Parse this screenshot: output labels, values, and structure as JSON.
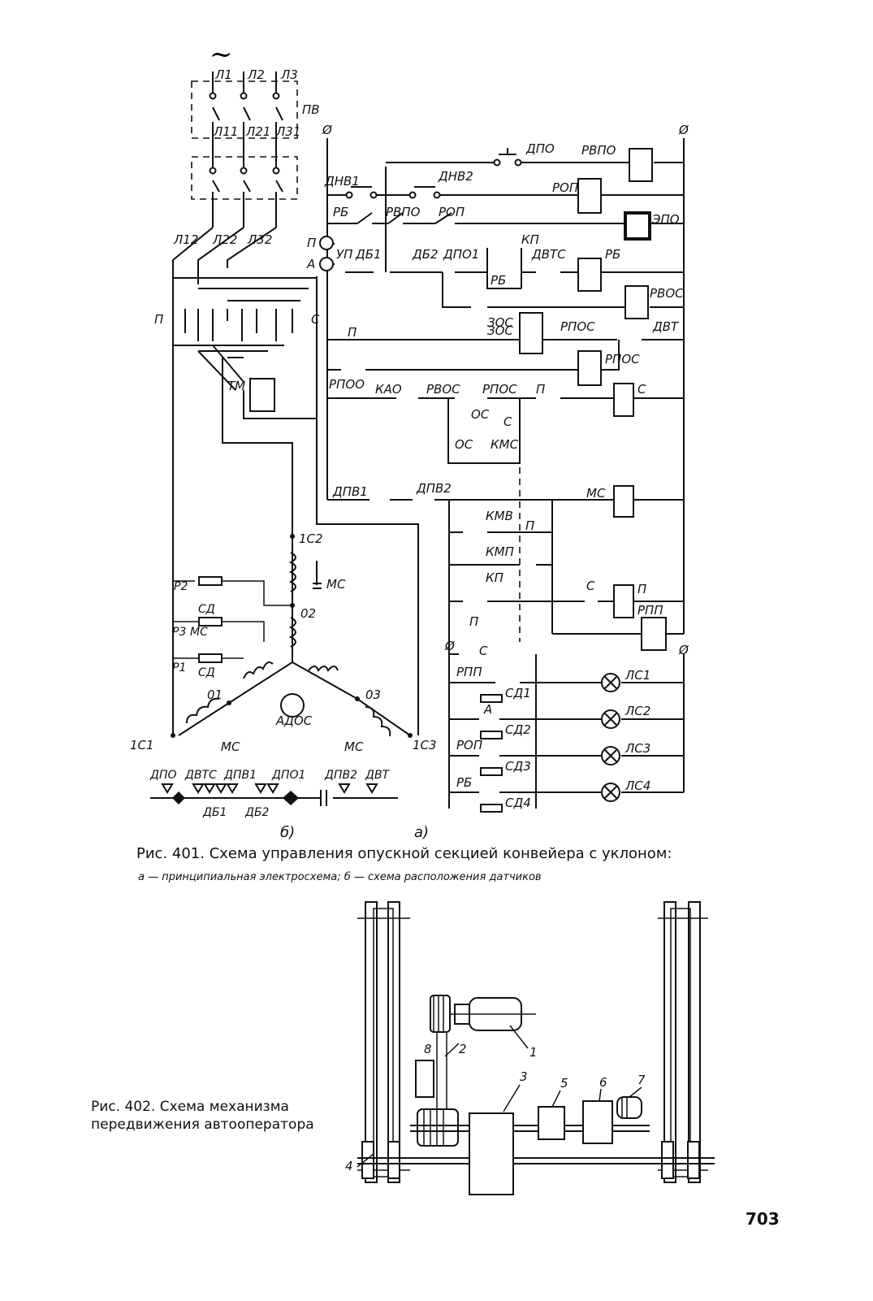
{
  "supply_symbol": "~",
  "phase_labels": [
    "Л1",
    "Л2",
    "Л3"
  ],
  "switch_label": "ПВ",
  "after_switch_labels": [
    "Л11",
    "Л21",
    "Л31"
  ],
  "motor_feed_labels": [
    "Л12",
    "Л22",
    "Л32"
  ],
  "contactor_labels": {
    "left": "П",
    "right": "С"
  },
  "brake_label": "ТМ",
  "terminal_symbol": "Ø",
  "coils": [
    "РВПО",
    "РОП",
    "ЭПО",
    "РБ",
    "РВОС",
    "ЗОС",
    "РПОС",
    "С",
    "МС",
    "П",
    "РПП"
  ],
  "contacts": [
    "ДПО",
    "ДНВ1",
    "ДНВ2",
    "РБ",
    "РВПО",
    "РОП",
    "УП",
    "ДБ1",
    "ДБ2",
    "ДПО1",
    "КП",
    "ДВТС",
    "РБ",
    "ЗОС",
    "РПОС",
    "ДВТ",
    "П",
    "РПОО",
    "КАО",
    "РВОС",
    "РПОС",
    "П",
    "ОС",
    "С",
    "ОС",
    "КМС",
    "ДПВ1",
    "ДПВ2",
    "КМВ",
    "П",
    "КМП",
    "КП",
    "С",
    "П",
    "С",
    "РПП",
    "А",
    "РОП",
    "РБ"
  ],
  "mode_labels": {
    "p": "П",
    "a": "А"
  },
  "lamps": [
    "ЛС1",
    "ЛС2",
    "ЛС3",
    "ЛС4"
  ],
  "lamp_resistors": [
    "СД1",
    "СД2",
    "СД3",
    "СД4"
  ],
  "motor": {
    "name": "АДОС",
    "terminals": [
      "1С1",
      "1С2",
      "1С3",
      "01",
      "02",
      "03"
    ],
    "left_labels": [
      "Р2",
      "СД",
      "Р3",
      "МС",
      "Р1",
      "СД"
    ],
    "brake_contacts": [
      "МС",
      "МС",
      "МС"
    ]
  },
  "sensors": {
    "top": [
      "ДПО",
      "ДВТС",
      "ДПВ1",
      "ДПО1",
      "ДПВ2",
      "ДВТ"
    ],
    "bottom": [
      "ДБ1",
      "ДБ2"
    ]
  },
  "sublabel_b": "б)",
  "sublabel_a": "а)",
  "fig401_caption": "Рис. 401. Схема управления опускной секцией конвейера с уклоном:",
  "fig401_sub": "а — принципиальная электросхема; б — схема расположения датчиков",
  "fig402_caption_1": "Рис. 402. Схема механизма",
  "fig402_caption_2": "передвижения автооператора",
  "fig402_numbers": [
    "1",
    "2",
    "3",
    "4",
    "5",
    "6",
    "7",
    "8"
  ],
  "page_number": "703"
}
